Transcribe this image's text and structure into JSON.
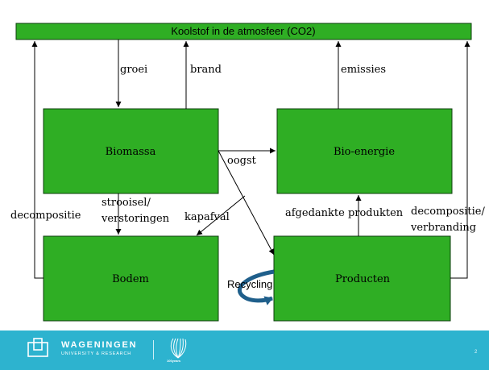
{
  "diagram": {
    "top_bar": "Koolstof in de atmosfeer (CO2)",
    "nodes": {
      "biomassa": "Biomassa",
      "bio_energie": "Bio-energie",
      "bodem": "Bodem",
      "producten": "Producten"
    },
    "labels": {
      "groei": "groei",
      "brand": "brand",
      "emissies": "emissies",
      "oogst": "oogst",
      "strooisel_1": "strooisel/",
      "strooisel_2": "verstoringen",
      "kapafval": "kapafval",
      "decompositie_left": "decompositie",
      "afgedankte": "afgedankte produkten",
      "decomp_right_1": "decompositie/",
      "decomp_right_2": "verbranding",
      "recycling": "Recycling"
    }
  },
  "footer": {
    "logo_name": "WAGENINGEN",
    "logo_sub": "UNIVERSITY & RESEARCH",
    "anniversary": "100years",
    "page_number": "2"
  },
  "colors": {
    "box_fill": "#2fae24",
    "footer_bg": "#2db3cf",
    "recycling_arrow": "#1f5f8b"
  }
}
